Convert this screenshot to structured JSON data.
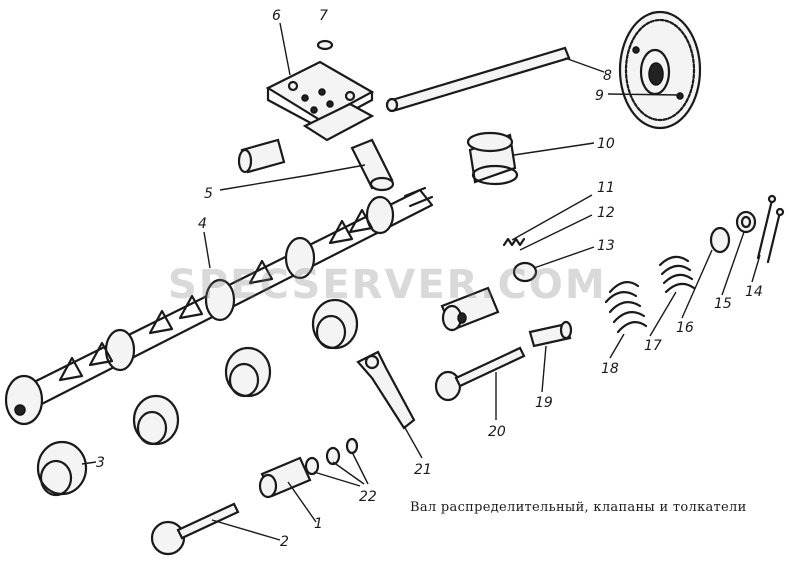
{
  "caption": "Вал распределительный, клапаны и толкатели",
  "watermark": "SPECSERVER.COM",
  "callouts": [
    "1",
    "2",
    "3",
    "4",
    "5",
    "6",
    "7",
    "8",
    "9",
    "10",
    "11",
    "12",
    "13",
    "14",
    "15",
    "16",
    "17",
    "18",
    "19",
    "20",
    "21",
    "22"
  ],
  "colors": {
    "ink": "#1a1a1a",
    "watermark": "#9a9a9a",
    "background": "#ffffff"
  }
}
